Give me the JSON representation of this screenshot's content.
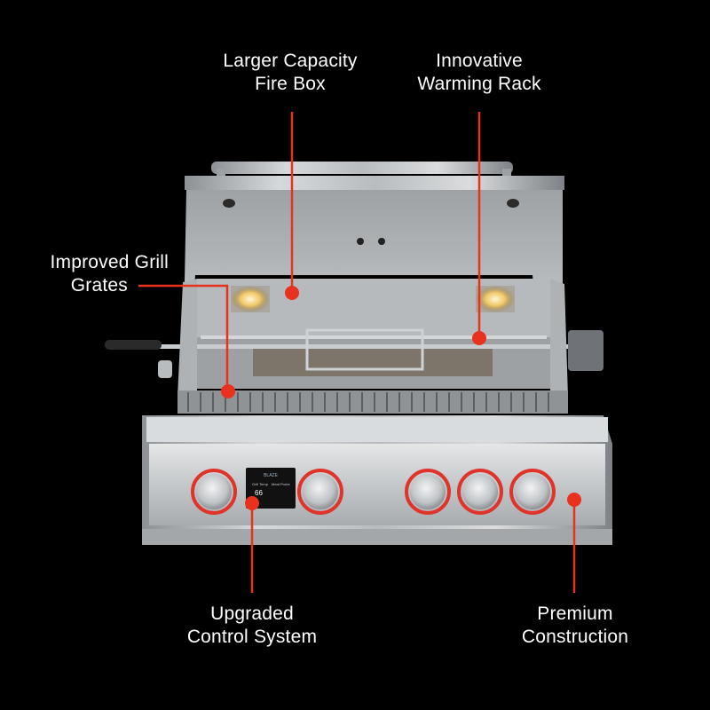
{
  "callouts": {
    "firebox": {
      "line1": "Larger Capacity",
      "line2": "Fire Box"
    },
    "warming": {
      "line1": "Innovative",
      "line2": "Warming Rack"
    },
    "grates": {
      "line1": "Improved Grill",
      "line2": "Grates"
    },
    "control": {
      "line1": "Upgraded",
      "line2": "Control System"
    },
    "premium": {
      "line1": "Premium",
      "line2": "Construction"
    }
  },
  "display": {
    "brand": "BLAZE",
    "left_caption": "Grill Temp",
    "right_caption": "Meat Probe",
    "value": "66"
  },
  "colors": {
    "accent": "#e8321e",
    "background": "#000000",
    "text": "#ffffff"
  }
}
